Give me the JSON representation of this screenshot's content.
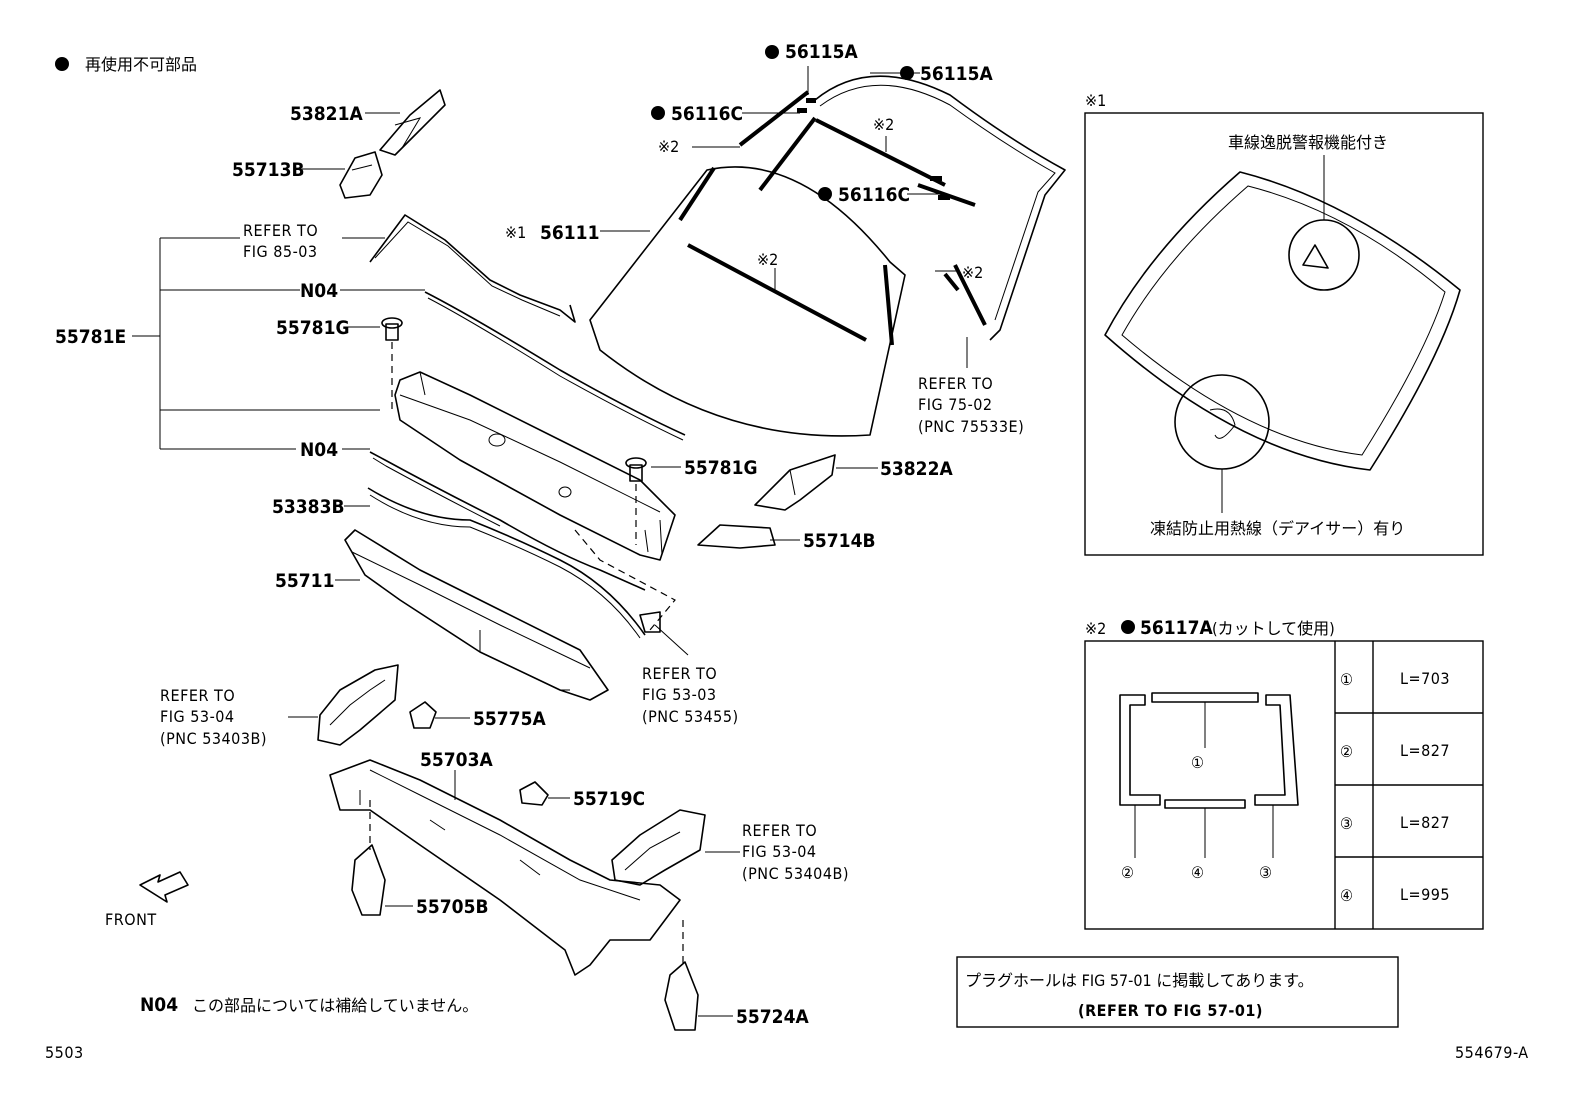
{
  "legend": {
    "bullet_note": "再使用不可部品"
  },
  "parts": {
    "p53821A": "53821A",
    "p55713B": "55713B",
    "p56115A_1": "56115A",
    "p56115A_2": "56115A",
    "p56116C_1": "56116C",
    "p56116C_2": "56116C",
    "note2_a": "※2",
    "note2_b": "※2",
    "note2_c": "※2",
    "note2_d": "※2",
    "p56111_mark": "※1",
    "p56111": "56111",
    "p55781E": "55781E",
    "n04_1": "N04",
    "n04_2": "N04",
    "p55781G_1": "55781G",
    "p55781G_2": "55781G",
    "p53822A": "53822A",
    "p55714B": "55714B",
    "p53383B": "53383B",
    "p55711": "55711",
    "p55775A": "55775A",
    "p55703A": "55703A",
    "p55719C": "55719C",
    "p55705B": "55705B",
    "p55724A": "55724A"
  },
  "refs": {
    "fig85_l1": "REFER TO",
    "fig85_l2": "FIG 85-03",
    "fig75_l1": "REFER TO",
    "fig75_l2": "FIG 75-02",
    "fig75_l3": "(PNC 75533E)",
    "fig5303_l1": "REFER TO",
    "fig5303_l2": "FIG 53-03",
    "fig5303_l3": "(PNC 53455)",
    "fig5304a_l1": "REFER TO",
    "fig5304a_l2": "FIG 53-04",
    "fig5304a_l3": "(PNC 53403B)",
    "fig5304b_l1": "REFER TO",
    "fig5304b_l2": "FIG 53-04",
    "fig5304b_l3": "(PNC 53404B)"
  },
  "front_label": "FRONT",
  "n04_note": {
    "code": "N04",
    "text": "この部品については補給していません。"
  },
  "inset1": {
    "mark": "※1",
    "top_note": "車線逸脱警報機能付き",
    "bottom_note": "凍結防止用熱線（デアイサー）有り"
  },
  "inset2": {
    "title_mark": "※2",
    "title_part": "56117A",
    "title_note": "(カットして使用)",
    "callouts": [
      "①",
      "②",
      "④",
      "③"
    ],
    "rows": [
      {
        "num": "①",
        "len": "L=703"
      },
      {
        "num": "②",
        "len": "L=827"
      },
      {
        "num": "③",
        "len": "L=827"
      },
      {
        "num": "④",
        "len": "L=995"
      }
    ]
  },
  "plug_note": {
    "line1": "プラグホールは FIG 57-01 に掲載してあります。",
    "line2": "(REFER TO FIG 57-01)"
  },
  "footer": {
    "left": "5503",
    "right": "554679-A"
  }
}
